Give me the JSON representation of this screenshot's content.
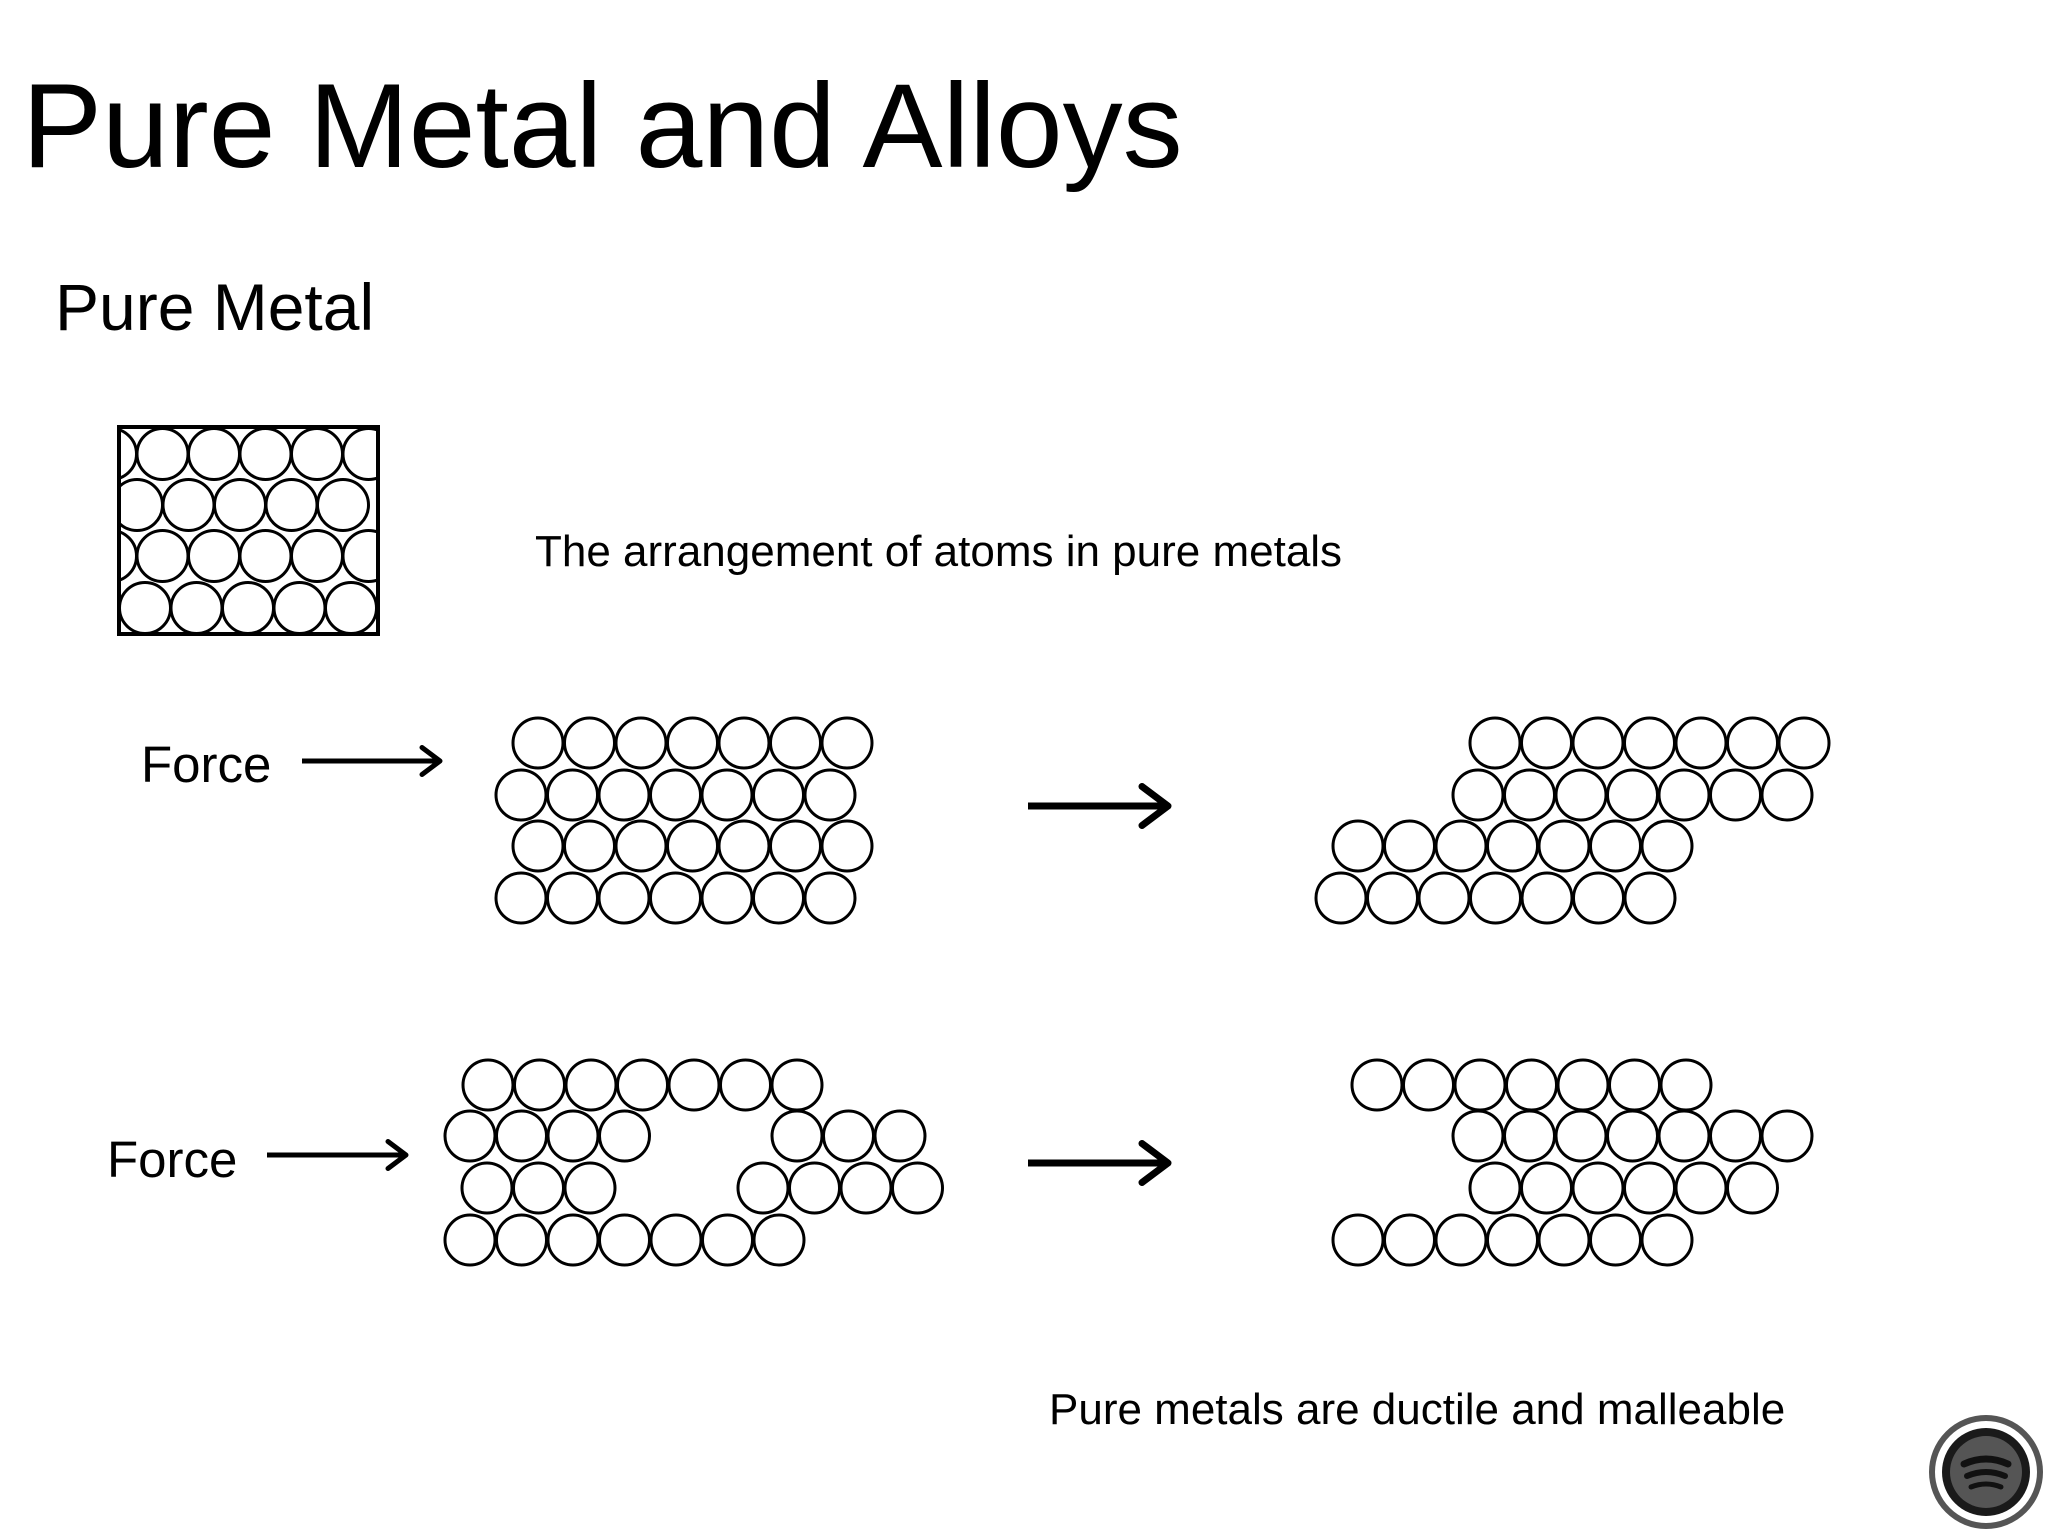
{
  "slide": {
    "title": "Pure Metal and Alloys",
    "subtitle": "Pure Metal",
    "arrangement_caption": "The arrangement of atoms in pure metals",
    "force_label_1": "Force",
    "force_label_2": "Force",
    "conclusion": "Pure metals are ductile and malleable"
  },
  "colors": {
    "background": "#ffffff",
    "ink": "#000000",
    "logo_ring": "#555555"
  },
  "icons": {
    "corner_logo": "podcast-logo-icon"
  }
}
